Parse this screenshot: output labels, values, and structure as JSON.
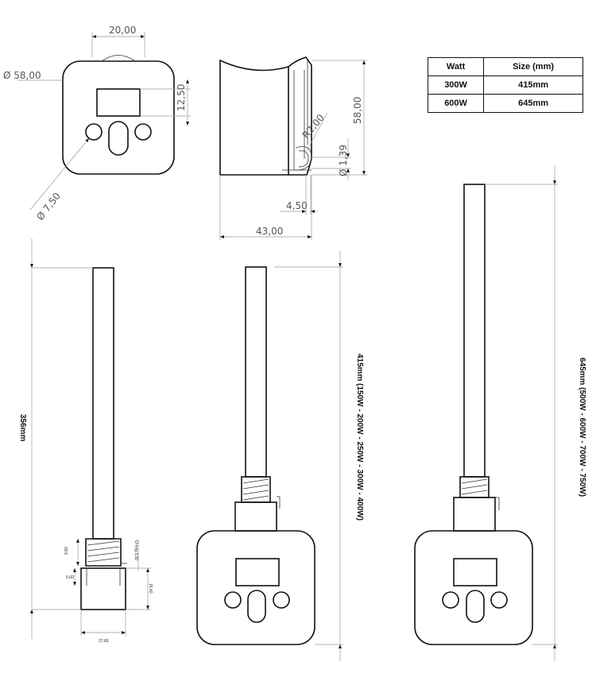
{
  "top_views": {
    "front": {
      "width_label": "20,00",
      "diameter_label": "Ø 58,00",
      "display_height_label": "12,50",
      "button_diameter_label": "Ø 7,50"
    },
    "side": {
      "height_label": "58,00",
      "radius_label": "R2,00",
      "small_diameter_label": "Ø 1,39",
      "offset_label": "4,50",
      "depth_label": "43,00"
    }
  },
  "spec_table": {
    "headers": [
      "Watt",
      "Size (mm)"
    ],
    "rows": [
      {
        "watt": "300W",
        "size": "415mm"
      },
      {
        "watt": "600W",
        "size": "645mm"
      }
    ]
  },
  "elements": {
    "left": {
      "length_label": "356mm",
      "dim_a": "9,80",
      "dim_b": "5,60",
      "dim_c": "O-ring 3,30",
      "dim_d": "15,40",
      "width_label": "27,60"
    },
    "middle": {
      "length_label": "415mm (150W - 200W - 250W - 300W - 400W)"
    },
    "right": {
      "length_label": "645mm (500W - 600W - 700W - 750W)"
    }
  }
}
